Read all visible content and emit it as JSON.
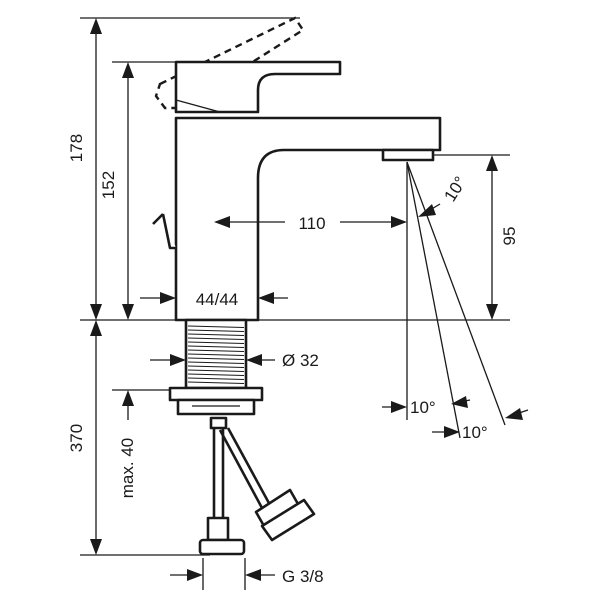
{
  "dimensions": {
    "total_height": "178",
    "body_height": "152",
    "spout_height": "95",
    "spout_reach": "110",
    "base_width": "44/44",
    "thread_diameter": "Ø 32",
    "under_counter": "370",
    "max_thickness": "max. 40",
    "connection": "G 3/8",
    "spray_angle_top": "10°",
    "spray_angle_a": "10°",
    "spray_angle_b": "10°"
  },
  "colors": {
    "line": "#1a1a1a",
    "background": "#ffffff"
  }
}
